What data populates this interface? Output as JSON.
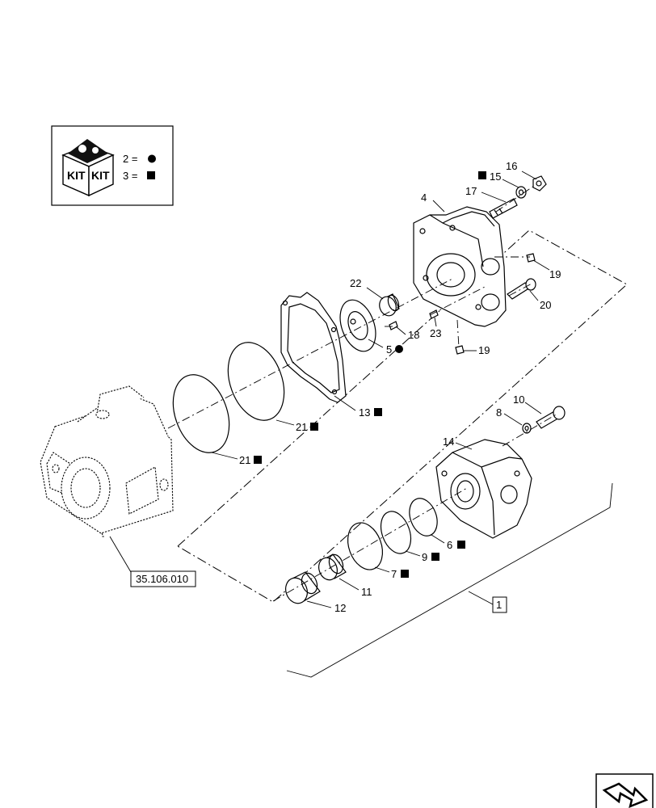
{
  "kit_legend": {
    "icon_label_left": "KIT",
    "icon_label_right": "KIT",
    "rows": [
      {
        "text": "2 =",
        "symbol": "circle"
      },
      {
        "text": "3 =",
        "symbol": "square"
      }
    ]
  },
  "reference_label": "35.106.010",
  "assembly_label": "1",
  "callouts": {
    "p4": "4",
    "p5": "5",
    "p6": "6",
    "p7": "7",
    "p8": "8",
    "p9": "9",
    "p10": "10",
    "p11": "11",
    "p12": "12",
    "p13": "13",
    "p14": "14",
    "p15": "15",
    "p16": "16",
    "p17": "17",
    "p18": "18",
    "p19a": "19",
    "p19b": "19",
    "p20": "20",
    "p21a": "21",
    "p21b": "21",
    "p22": "22",
    "p23": "23"
  },
  "nav_icon": "next-page-arrow-icon",
  "colors": {
    "line": "#000000",
    "background": "#ffffff"
  }
}
